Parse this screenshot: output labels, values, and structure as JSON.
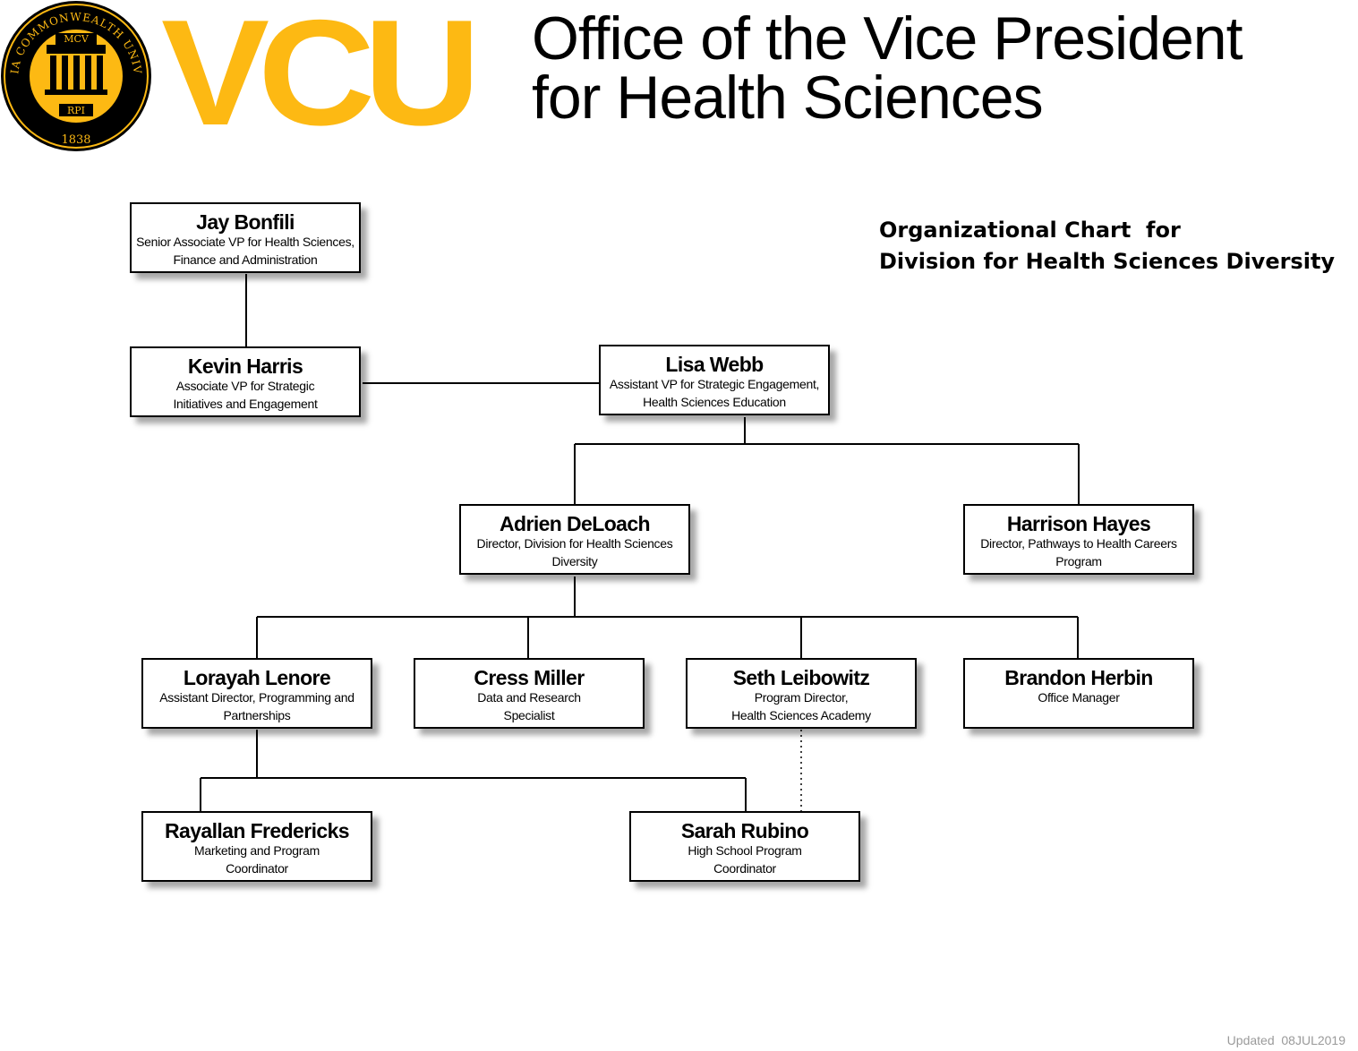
{
  "header": {
    "brand": "VCU",
    "office_line1": "Office of the Vice President",
    "office_line2": "for Health Sciences",
    "seal": {
      "ring_text_top": "VIRGINIA COMMONWEALTH UNIVERSITY",
      "top_label": "MCV",
      "bottom_label": "RPI",
      "year": "1838"
    }
  },
  "chart_title": {
    "line1": "Organizational Chart  for",
    "line2": "Division for Health Sciences Diversity"
  },
  "nodes": {
    "jay": {
      "name": "Jay Bonfili",
      "role1": "Senior Associate VP for Health Sciences,",
      "role2": "Finance and Administration"
    },
    "kevin": {
      "name": "Kevin Harris",
      "role1": "Associate VP for Strategic",
      "role2": "Initiatives and Engagement"
    },
    "lisa": {
      "name": "Lisa Webb",
      "role1": "Assistant VP for Strategic Engagement,",
      "role2": "Health Sciences Education"
    },
    "adrien": {
      "name": "Adrien DeLoach",
      "role1": "Director, Division for Health Sciences",
      "role2": "Diversity"
    },
    "harrison": {
      "name": "Harrison Hayes",
      "role1": "Director, Pathways to Health Careers",
      "role2": "Program"
    },
    "lorayah": {
      "name": "Lorayah Lenore",
      "role1": "Assistant Director, Programming and",
      "role2": "Partnerships"
    },
    "cress": {
      "name": "Cress Miller",
      "role1": "Data and Research",
      "role2": "Specialist"
    },
    "seth": {
      "name": "Seth Leibowitz",
      "role1": "Program Director,",
      "role2": "Health Sciences Academy"
    },
    "brandon": {
      "name": "Brandon Herbin",
      "role1": "Office Manager",
      "role2": ""
    },
    "rayallan": {
      "name": "Rayallan Fredericks",
      "role1": "Marketing and Program",
      "role2": "Coordinator"
    },
    "sarah": {
      "name": "Sarah Rubino",
      "role1": "High School Program",
      "role2": "Coordinator"
    }
  },
  "colors": {
    "brand_gold": "#FDB913",
    "text": "#000000",
    "updated_gray": "#9a9a9a"
  },
  "footer": {
    "updated": "Updated  08JUL2019"
  }
}
